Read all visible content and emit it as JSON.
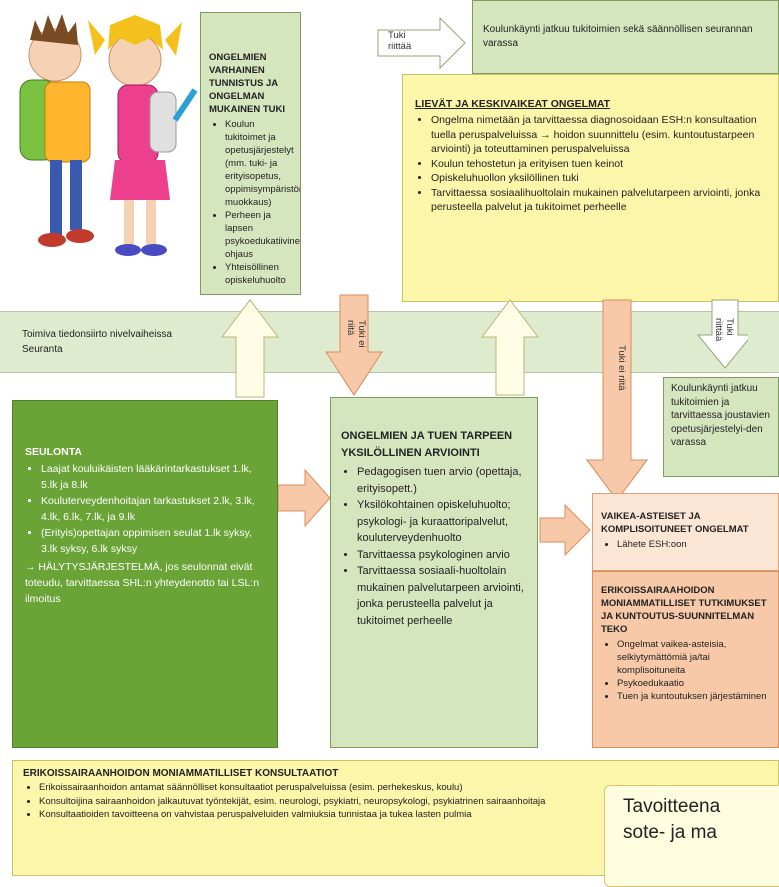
{
  "top_arrow_label": "Tuki riittää",
  "box_top_right": "Koulunkäynti jatkuu tukitoimien sekä säännöllisen seurannan varassa",
  "box_early": {
    "title": "ONGELMIEN VARHAINEN TUNNISTUS JA ONGELMAN MUKAINEN TUKI",
    "items": [
      "Koulun tukitoimet ja opetusjärjestelyt (mm. tuki- ja erityisopetus, oppimisympäristön muokkaus)",
      "Perheen ja lapsen psykoedukatiivinen ohjaus",
      "Yhteisöllinen opiskeluhuolto"
    ]
  },
  "box_mild": {
    "title": "LIEVÄT JA KESKIVAIKEAT ONGELMAT",
    "items": [
      "Ongelma nimetään ja tarvittaessa diagnosoidaan ESH:n konsultaation tuella peruspalveluissa → hoidon suunnittelu (esim. kuntoutustarpeen arviointi) ja toteuttaminen peruspalveluissa",
      "Koulun tehostetun ja erityisen tuen keinot",
      "Opiskeluhuollon yksilöllinen tuki",
      "Tarvittaessa sosiaalihuoltolain mukainen palvelutarpeen arviointi, jonka perusteella palvelut ja tukitoimet perheelle"
    ]
  },
  "band": {
    "line1": "Toimiva tiedonsiirto nivelvaiheissa",
    "line2": "Seuranta"
  },
  "arrow_labels": {
    "tuki_ei_riita_1": "Tuki ei riitä",
    "tuki_ei_riita_2": "Tuki ei riitä",
    "tuki_riittaa_2": "Tuki riittää"
  },
  "box_right_mid": "Koulunkäynti jatkuu tukitoimien ja tarvittaessa joustavien opetusjärjestelyi-den varassa",
  "box_screening": {
    "title": "SEULONTA",
    "items": [
      "Laajat kouluikäisten lääkärintarkastukset 1.lk, 5.lk ja 8.lk",
      "Kouluterveydenhoitajan tarkastukset 2.lk, 3.lk, 4.lk, 6.lk, 7.lk, ja 9.lk",
      "(Erityis)opettajan oppimisen seulat 1.lk syksy, 3.lk syksy, 6.lk syksy"
    ],
    "note": "→ HÄLYTYSJÄRJESTELMÄ, jos seulonnat eivät toteudu, tarvittaessa SHL:n yhteydenotto tai LSL:n ilmoitus"
  },
  "box_individual": {
    "title": "ONGELMIEN JA TUEN TARPEEN YKSILÖLLINEN ARVIOINTI",
    "items": [
      "Pedagogisen tuen arvio (opettaja, erityisopett.)",
      "Yksilökohtainen opiskeluhuolto; psykologi- ja kuraattoripalvelut, kouluterveydenhuolto",
      "Tarvittaessa psykologinen arvio",
      "Tarvittaessa sosiaali-huoltolain mukainen palvelutarpeen arviointi, jonka perusteella palvelut ja tukitoimet perheelle"
    ]
  },
  "box_severe": {
    "title": "VAIKEA-ASTEISET JA KOMPLISOITUNEET ONGELMAT",
    "items": [
      "Lähete ESH:oon"
    ]
  },
  "box_specialist": {
    "title": "ERIKOISSAIRAAHOIDON MONIAMMATILLISET TUTKIMUKSET JA KUNTOUTUS-SUUNNITELMAN TEKO",
    "items": [
      "Ongelmat vaikea-asteisia, selkiytymättömiä ja/tai komplisoituneita",
      "Psykoedukaatio",
      "Tuen ja kuntoutuksen järjestäminen"
    ]
  },
  "box_bottom": {
    "title": "ERIKOISSAIRAANHOIDON MONIAMMATILLISET KONSULTAATIOT",
    "items": [
      "Erikoissairaanhoidon antamat säännölliset konsultaatiot peruspalveluissa (esim. perhekeskus, koulu)",
      "Konsultoijina sairaanhoidon jalkautuvat työntekijät, esim. neurologi, psykiatri, neuropsykologi, psykiatrinen sairaanhoitaja",
      "Konsultaatioiden tavoitteena on vahvistaa peruspalveluiden valmiuksia tunnistaa ja tukea lasten pulmia"
    ]
  },
  "overlay": {
    "line1": "Tavoitteena",
    "line2": "sote- ja ma"
  },
  "colors": {
    "light_green": "#d5e6bf",
    "dark_green": "#6aa336",
    "yellow": "#fbf6a9",
    "peach": "#fbe6d6",
    "salmon": "#f7c9a8"
  }
}
